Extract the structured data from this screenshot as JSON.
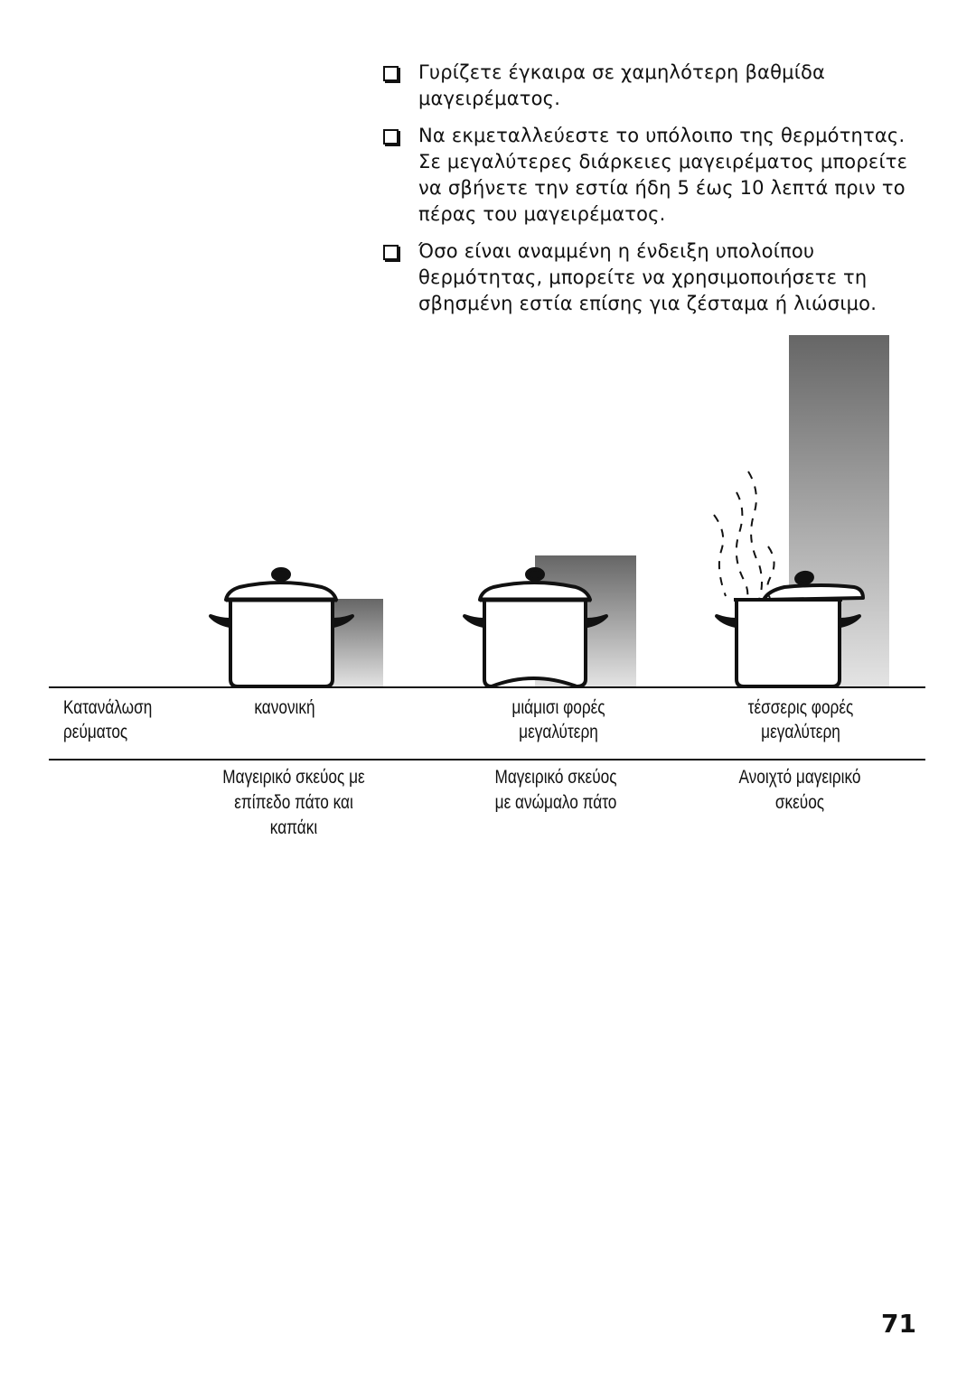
{
  "bullets": [
    "Γυρίζετε έγκαιρα σε χαμηλότερη βαθμίδα μαγειρέματος.",
    "Να εκμεταλλεύεστε το υπόλοιπο της θερμότητας. Σε μεγαλύτερες διάρκειες μαγειρέματος μπορείτε να σβήνετε την εστία ήδη 5 έως 10 λεπτά πριν το πέρας του μαγειρέματος.",
    "Όσο είναι αναμμένη η ένδειξη υπολοίπου θερμότητας, μπορείτε να χρησιμοποιήσετε τη σβησμένη εστία επίσης για ζέσταμα ή λιώσιμο."
  ],
  "table": {
    "row_header": [
      "Κατανάλωση",
      "ρεύματος"
    ],
    "consumption": [
      [
        "κανονική"
      ],
      [
        "μιάμισι φορές",
        "μεγαλύτερη"
      ],
      [
        "τέσσερις φορές",
        "μεγαλύτερη"
      ]
    ],
    "pots": [
      [
        "Μαγειρικό σκεύος με",
        "επίπεδο πάτο και",
        "καπάκι"
      ],
      [
        "Μαγειρικό σκεύος",
        "με ανώμαλο πάτο"
      ],
      [
        "Ανοιχτό μαγειρικό",
        "σκεύος"
      ]
    ]
  },
  "consumption_levels": [
    1,
    1.5,
    4
  ],
  "colors": {
    "bar_dark": "#666666",
    "bar_light": "#e4e4e4",
    "ink": "#111111"
  },
  "page_number": "71"
}
